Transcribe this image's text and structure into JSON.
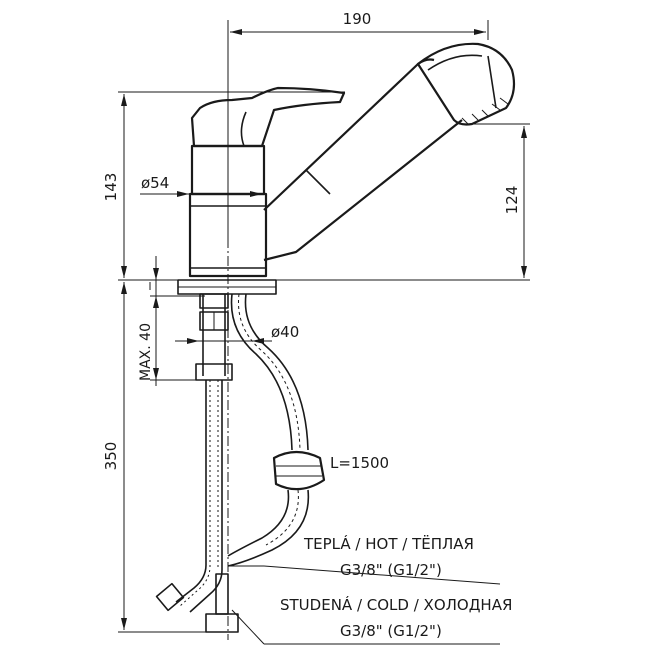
{
  "dimensions": {
    "width_190": "190",
    "height_143": "143",
    "height_124": "124",
    "diameter_54": "ø54",
    "diameter_40": "ø40",
    "max_40": "MAX. 40",
    "height_350": "350",
    "hose_length": "L=1500"
  },
  "connections": {
    "hot_label": "TEPLÁ / HOT / ТЁПЛАЯ",
    "hot_thread": "G3/8\" (G1/2\")",
    "cold_label": "STUDENÁ / COLD / ХОЛОДНАЯ",
    "cold_thread": "G3/8\" (G1/2\")"
  }
}
